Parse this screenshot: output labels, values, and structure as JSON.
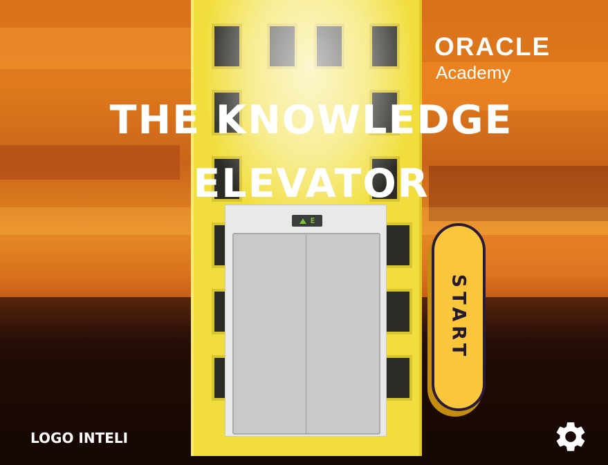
{
  "brand": {
    "name": "ORACLE",
    "subtitle": "Academy"
  },
  "game": {
    "title_line1": "THE KNOWLEDGE",
    "title_line2": "ELEVATOR"
  },
  "elevator": {
    "floor_indicator": "E",
    "direction": "up"
  },
  "controls": {
    "start_label": "START",
    "settings_icon": "gear-icon"
  },
  "footer": {
    "logo_text": "LOGO INTELI"
  },
  "colors": {
    "building": "#f1de3c",
    "start_button": "#f9c63c",
    "indicator_light": "#7cc43a",
    "sky": "#e07a1c"
  }
}
